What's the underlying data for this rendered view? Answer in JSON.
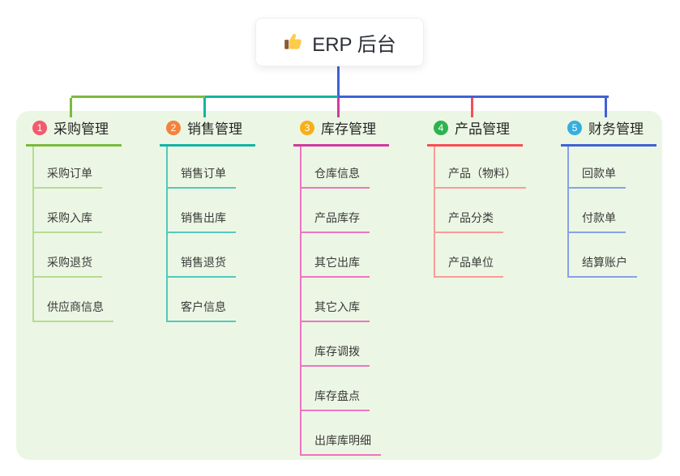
{
  "root": {
    "label": "ERP 后台",
    "icon": "thumbs-up-icon",
    "line_color": "#4161d6"
  },
  "panel_bg": "#ebf7e4",
  "branches": [
    {
      "index": "1",
      "label": "采购管理",
      "color": "#7cba3d",
      "light_color": "#b7db93",
      "badge_color": "#f35a6e",
      "children": [
        "采购订单",
        "采购入库",
        "采购退货",
        "供应商信息"
      ]
    },
    {
      "index": "2",
      "label": "销售管理",
      "color": "#16b3a4",
      "light_color": "#55c8bb",
      "badge_color": "#f5823c",
      "children": [
        "销售订单",
        "销售出库",
        "销售退货",
        "客户信息"
      ]
    },
    {
      "index": "3",
      "label": "库存管理",
      "color": "#d23a9f",
      "light_color": "#ee74c3",
      "badge_color": "#f8b018",
      "children": [
        "仓库信息",
        "产品库存",
        "其它出库",
        "其它入库",
        "库存调拨",
        "库存盘点",
        "出库库明细"
      ]
    },
    {
      "index": "4",
      "label": "产品管理",
      "color": "#f94d56",
      "light_color": "#f99b99",
      "badge_color": "#2cb44e",
      "children": [
        "产品（物料）",
        "产品分类",
        "产品单位"
      ]
    },
    {
      "index": "5",
      "label": "财务管理",
      "color": "#4161d6",
      "light_color": "#89a1e5",
      "badge_color": "#35aede",
      "children": [
        "回款单",
        "付款单",
        "结算账户"
      ]
    }
  ]
}
